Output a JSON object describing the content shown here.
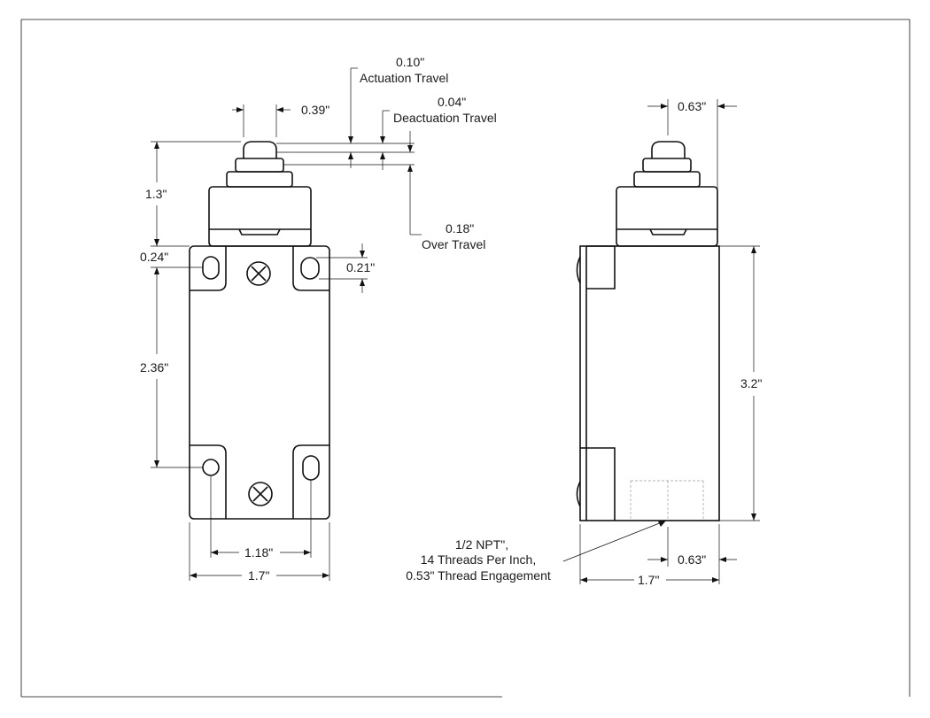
{
  "dimensions": {
    "plunger_width": "0.39\"",
    "actuation_value": "0.10\"",
    "actuation_label": "Actuation Travel",
    "deactuation_value": "0.04\"",
    "deactuation_label": "Deactuation Travel",
    "overtravel_value": "0.18\"",
    "overtravel_label": "Over Travel",
    "actuator_height": "1.3\"",
    "hole_offset_left": "0.24\"",
    "hole_offset_right": "0.21\"",
    "hole_spacing_vertical": "2.36\"",
    "hole_spacing_horizontal": "1.18\"",
    "front_width": "1.7\"",
    "side_top_width": "0.63\"",
    "side_bottom_offset": "0.63\"",
    "side_width": "1.7\"",
    "body_height": "3.2\""
  },
  "notes": {
    "conduit_line1": "1/2 NPT\",",
    "conduit_line2": "14 Threads Per Inch,",
    "conduit_line3": "0.53\" Thread Engagement"
  }
}
